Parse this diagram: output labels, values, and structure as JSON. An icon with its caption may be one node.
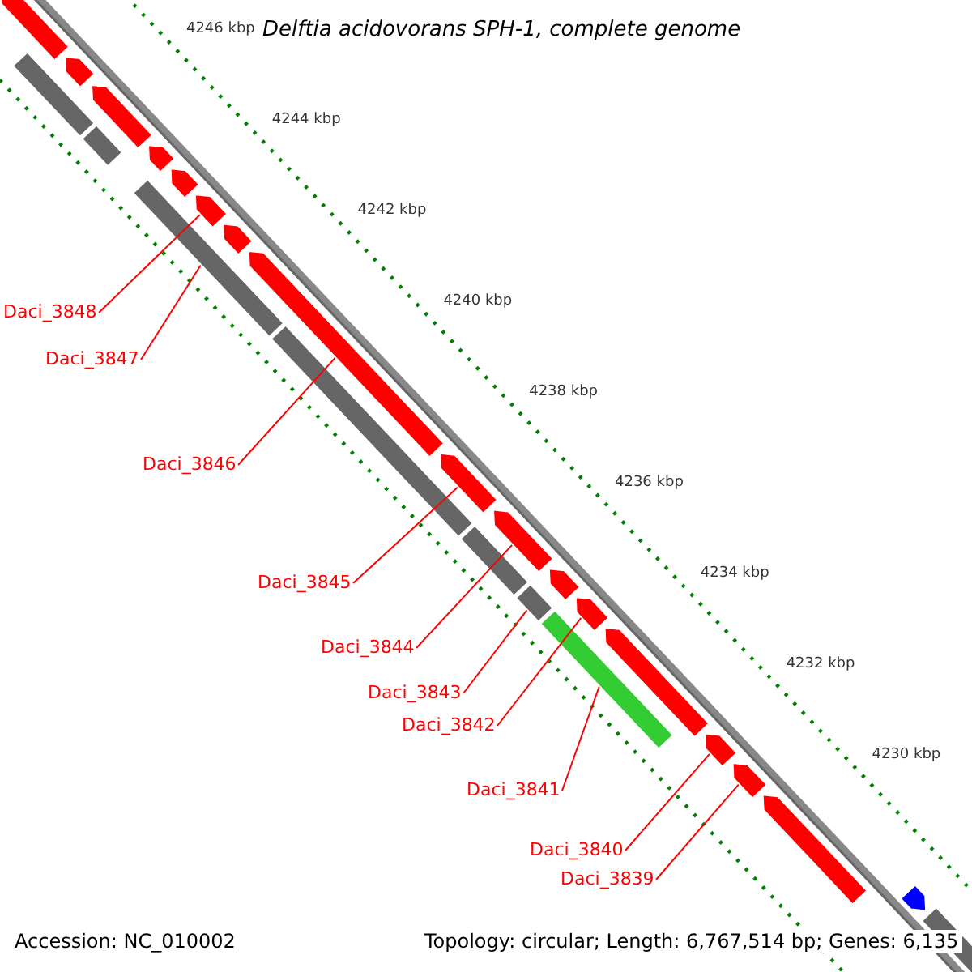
{
  "diagram": {
    "title": "Delftia acidovorans SPH-1, complete genome",
    "nodes": [
      {
        "text": [
          "Daci_3848"
        ]
      },
      {
        "text": [
          "Daci_3847"
        ]
      },
      {
        "text": [
          "Daci_3846"
        ]
      },
      {
        "text": [
          "Daci_3845"
        ]
      },
      {
        "text": [
          "Daci_3844"
        ]
      },
      {
        "text": [
          "Daci_3843"
        ]
      },
      {
        "text": [
          "Daci_3842"
        ]
      },
      {
        "text": [
          "Daci_3841"
        ]
      },
      {
        "text": [
          "Daci_3840"
        ]
      },
      {
        "text": [
          "Daci_3839"
        ]
      },
      {
        "text": [],
        "shape": "pentagon"
      },
      {
        "text": [],
        "shape": "bar"
      },
      {
        "text": [],
        "shape": "pentagon"
      },
      {
        "text": [],
        "shape": "pentagon"
      },
      {
        "text": [],
        "shape": "bar"
      },
      {
        "text": [],
        "shape": "pentagon"
      },
      {
        "text": [],
        "shape": "bar"
      },
      {
        "text": [],
        "shape": "pentagon"
      },
      {
        "text": [],
        "shape": "pentagon"
      },
      {
        "text": [],
        "shape": "pentagon"
      },
      {
        "text": [],
        "shape": "pentagon"
      },
      {
        "text": [],
        "shape": "bar"
      },
      {
        "text": [],
        "shape": "pentagon"
      },
      {
        "text": [],
        "shape": "bar"
      },
      {
        "text": [],
        "shape": "pentagon"
      },
      {
        "text": [],
        "shape": "bar"
      },
      {
        "text": [],
        "shape": "pentagon"
      },
      {
        "text": [],
        "shape": "bar"
      },
      {
        "text": [],
        "shape": "pentagon"
      },
      {
        "text": [],
        "shape": "pentagon"
      },
      {
        "text": [],
        "shape": "pentagon"
      },
      {
        "text": [],
        "shape": "pentagon"
      },
      {
        "text": [],
        "shape": "pentagon"
      },
      {
        "text": [],
        "shape": "pentagon"
      },
      {
        "text": [],
        "shape": "bar"
      }
    ],
    "edges": [
      {
        "from": 0,
        "to": 18,
        "arrow": "none"
      },
      {
        "from": 1,
        "to": 16,
        "arrow": "none"
      },
      {
        "from": 2,
        "to": 20,
        "arrow": "none"
      },
      {
        "from": 3,
        "to": 22,
        "arrow": "none"
      },
      {
        "from": 4,
        "to": 24,
        "arrow": "none"
      },
      {
        "from": 5,
        "to": 25,
        "arrow": "none"
      },
      {
        "from": 6,
        "to": 28,
        "arrow": "none"
      },
      {
        "from": 7,
        "to": 27,
        "arrow": "none"
      },
      {
        "from": 8,
        "to": 30,
        "arrow": "none"
      },
      {
        "from": 9,
        "to": 31,
        "arrow": "none"
      }
    ],
    "labels": [
      "4246 kbp",
      "4244 kbp",
      "4242 kbp",
      "4240 kbp",
      "4238 kbp",
      "4236 kbp",
      "4234 kbp",
      "4232 kbp",
      "4230 kbp",
      "Accession: NC_010002",
      "Topology: circular; Length: 6,767,514 bp; Genes: 6,135"
    ]
  }
}
